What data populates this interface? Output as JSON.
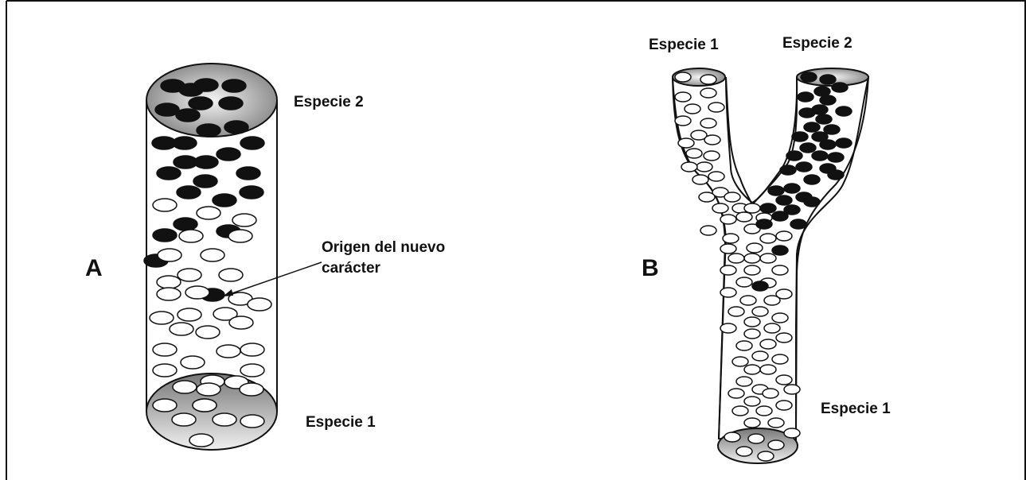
{
  "panel_a": {
    "label": "A",
    "top_label": "Especie 2",
    "bottom_label": "Especie 1",
    "annotation": [
      "Origen del nuevo",
      "carácter"
    ]
  },
  "panel_b": {
    "label": "B",
    "left_top_label": "Especie 1",
    "right_top_label": "Especie 2",
    "bottom_label": "Especie 1"
  },
  "colors": {
    "line": "#111111",
    "filled_dot": "#111111",
    "open_dot": "#ffffff",
    "gradient_dark": "#8a8a8a",
    "gradient_light": "#ffffff"
  }
}
